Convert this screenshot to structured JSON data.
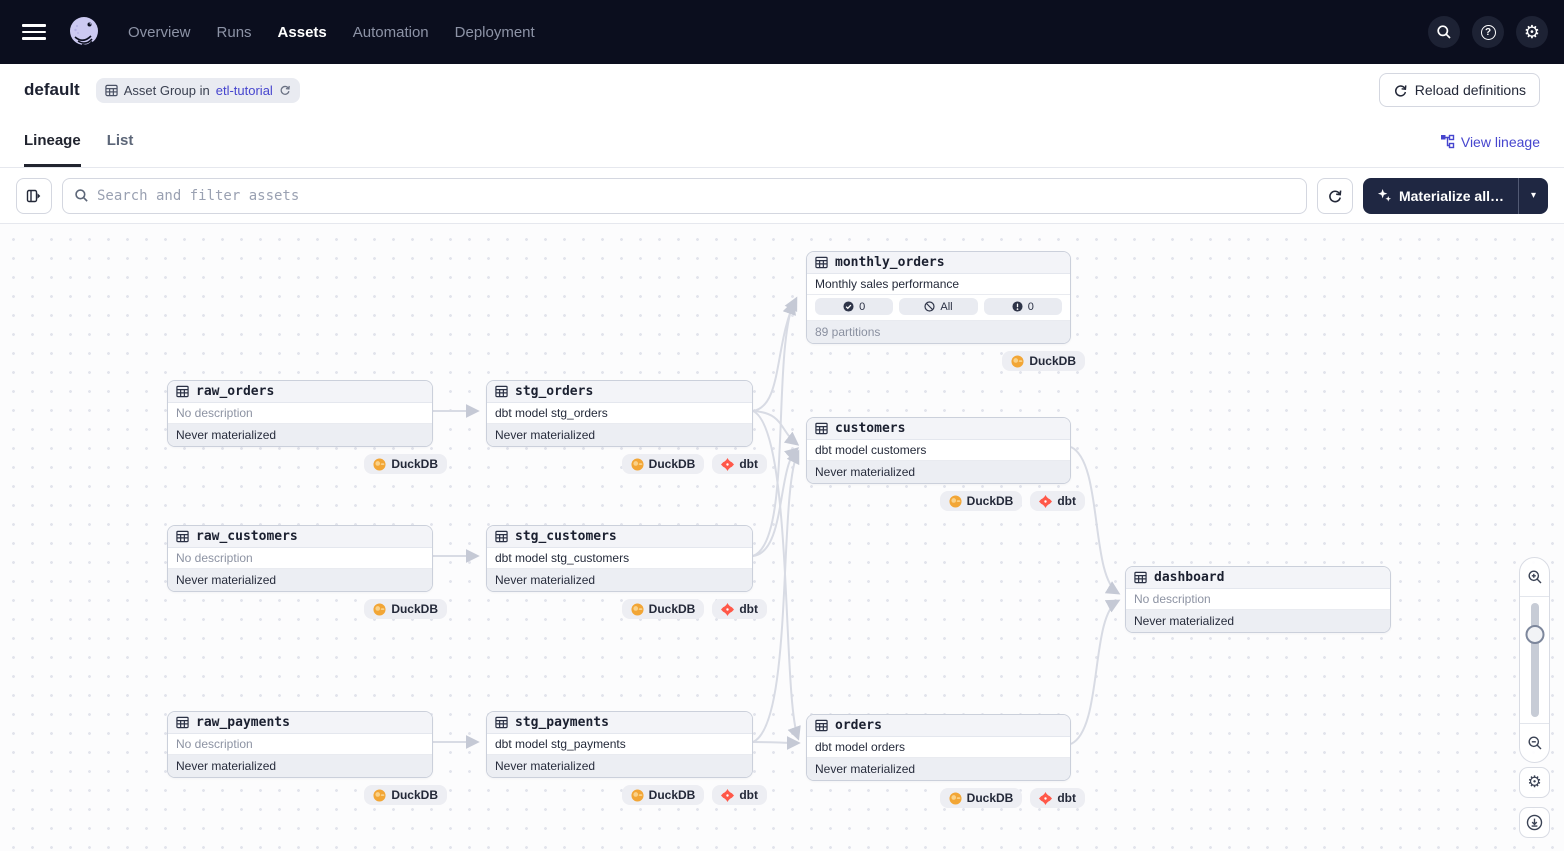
{
  "colors": {
    "nav_bg": "#0b0e1e",
    "accent_link": "#4645ce",
    "materialize_bg": "#1f2742",
    "duckdb_orange": "#f2a636",
    "dbt_orange": "#ff5849"
  },
  "nav": {
    "items": [
      {
        "label": "Overview",
        "active": false
      },
      {
        "label": "Runs",
        "active": false
      },
      {
        "label": "Assets",
        "active": true
      },
      {
        "label": "Automation",
        "active": false
      },
      {
        "label": "Deployment",
        "active": false
      }
    ]
  },
  "header": {
    "title": "default",
    "badge_text": "Asset Group in",
    "badge_link": "etl-tutorial",
    "reload_label": "Reload definitions"
  },
  "tabs": {
    "items": [
      {
        "label": "Lineage",
        "active": true
      },
      {
        "label": "List",
        "active": false
      }
    ],
    "view_lineage_label": "View lineage"
  },
  "toolbar": {
    "search_placeholder": "Search and filter assets",
    "materialize_label": "Materialize all…"
  },
  "graph": {
    "nodes": [
      {
        "id": "monthly_orders",
        "name": "monthly_orders",
        "description": "Monthly sales performance",
        "checks": [
          {
            "icon": "check-circle",
            "label": "0"
          },
          {
            "icon": "slash-circle",
            "label": "All"
          },
          {
            "icon": "alert-circle",
            "label": "0"
          }
        ],
        "footer": "89 partitions",
        "badges": [
          "DuckDB"
        ]
      },
      {
        "id": "raw_orders",
        "name": "raw_orders",
        "description": "No description",
        "footer": "Never materialized",
        "badges": [
          "DuckDB"
        ]
      },
      {
        "id": "stg_orders",
        "name": "stg_orders",
        "description": "dbt model stg_orders",
        "footer": "Never materialized",
        "badges": [
          "DuckDB",
          "dbt"
        ]
      },
      {
        "id": "customers",
        "name": "customers",
        "description": "dbt model customers",
        "footer": "Never materialized",
        "badges": [
          "DuckDB",
          "dbt"
        ]
      },
      {
        "id": "raw_customers",
        "name": "raw_customers",
        "description": "No description",
        "footer": "Never materialized",
        "badges": [
          "DuckDB"
        ]
      },
      {
        "id": "stg_customers",
        "name": "stg_customers",
        "description": "dbt model stg_customers",
        "footer": "Never materialized",
        "badges": [
          "DuckDB",
          "dbt"
        ]
      },
      {
        "id": "dashboard",
        "name": "dashboard",
        "description": "No description",
        "footer": "Never materialized",
        "badges": []
      },
      {
        "id": "raw_payments",
        "name": "raw_payments",
        "description": "No description",
        "footer": "Never materialized",
        "badges": [
          "DuckDB"
        ]
      },
      {
        "id": "stg_payments",
        "name": "stg_payments",
        "description": "dbt model stg_payments",
        "footer": "Never materialized",
        "badges": [
          "DuckDB",
          "dbt"
        ]
      },
      {
        "id": "orders",
        "name": "orders",
        "description": "dbt model orders",
        "footer": "Never materialized",
        "badges": [
          "DuckDB",
          "dbt"
        ]
      }
    ]
  }
}
